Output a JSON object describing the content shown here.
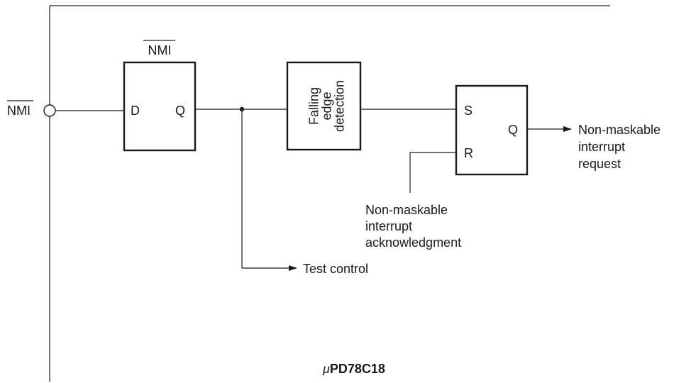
{
  "pin": {
    "label": "NMI"
  },
  "latch": {
    "label": "NMI",
    "input_d": "D",
    "output_q": "Q"
  },
  "edge_detector": {
    "lines": [
      "Falling",
      "edge",
      "detection"
    ]
  },
  "flipflop": {
    "set": "S",
    "reset": "R",
    "output_q": "Q"
  },
  "outputs": {
    "request": [
      "Non-maskable",
      "interrupt",
      "request"
    ],
    "acknowledgment": [
      "Non-maskable",
      "interrupt",
      "acknowledgment"
    ],
    "test_control": "Test control"
  },
  "chip": {
    "prefix": "μ",
    "name": "PD78C18"
  }
}
